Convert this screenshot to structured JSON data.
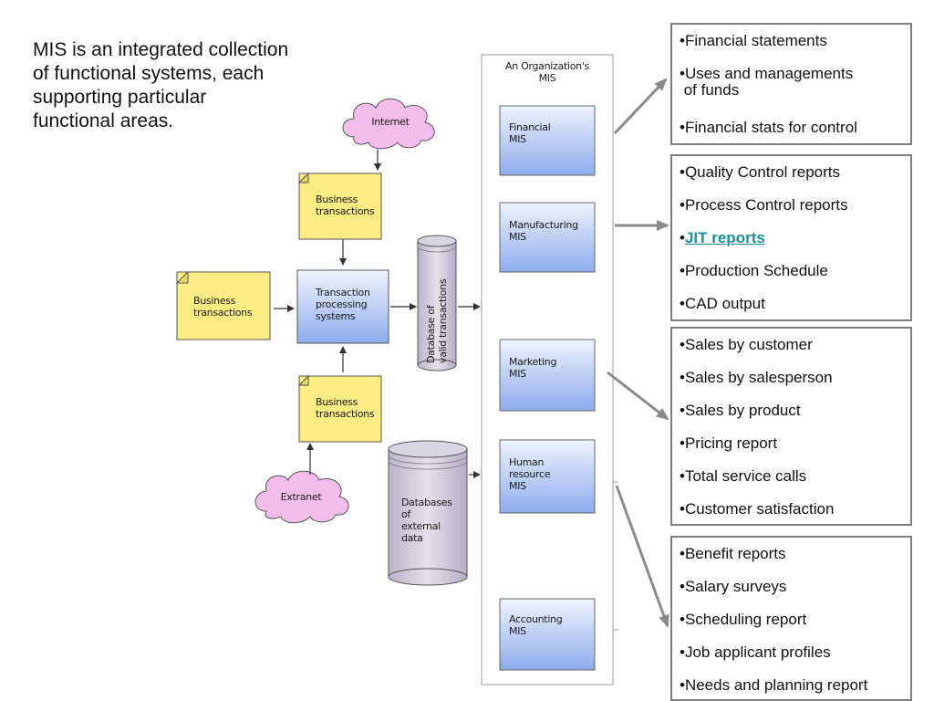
{
  "intro_lines": [
    "MIS is an integrated collection",
    "of functional systems, each",
    "supporting particular",
    "functional areas."
  ],
  "diagram": {
    "internet": "Internet",
    "extranet": "Extranet",
    "business_transactions_top": [
      "Business",
      "transactions"
    ],
    "business_transactions_left": [
      "Business",
      "transactions"
    ],
    "business_transactions_bottom": [
      "Business",
      "transactions"
    ],
    "tps": [
      "Transaction",
      "processing",
      "systems"
    ],
    "db_valid": [
      "Database of",
      "valid transactions"
    ],
    "db_external": [
      "Databases",
      "of",
      "external",
      "data"
    ],
    "org_title": [
      "An Organization's",
      "MIS"
    ],
    "mis": {
      "financial": [
        "Financial",
        "MIS"
      ],
      "manufacturing": [
        "Manufacturing",
        "MIS"
      ],
      "marketing": [
        "Marketing",
        "MIS"
      ],
      "hr": [
        "Human",
        "resource",
        "MIS"
      ],
      "accounting": [
        "Accounting",
        "MIS"
      ]
    }
  },
  "reports": {
    "financial": [
      "•Financial statements",
      "•Uses and managements",
      " of funds",
      "•Financial stats for control"
    ],
    "manufacturing": {
      "quality": "•Quality Control reports",
      "process": "•Process Control reports",
      "jit_bullet": "•",
      "jit_link": "JIT reports",
      "schedule": "•Production Schedule",
      "cad": "•CAD output"
    },
    "marketing": [
      "•Sales by customer",
      "•Sales by salesperson",
      "•Sales by product",
      "•Pricing report",
      "•Total service calls",
      "•Customer satisfaction"
    ],
    "hr": [
      "•Benefit reports",
      "•Salary surveys",
      "•Scheduling report",
      "•Job applicant profiles",
      "•Needs and planning report"
    ]
  },
  "colors": {
    "yellow": "#fbec84",
    "blue_top": "#eef3fd",
    "blue_bottom": "#8eacec",
    "cloud": "#f3bdeb",
    "cylinder": "#c9c5d6",
    "arrow": "#8a8a8a",
    "link": "#1a8f99"
  }
}
